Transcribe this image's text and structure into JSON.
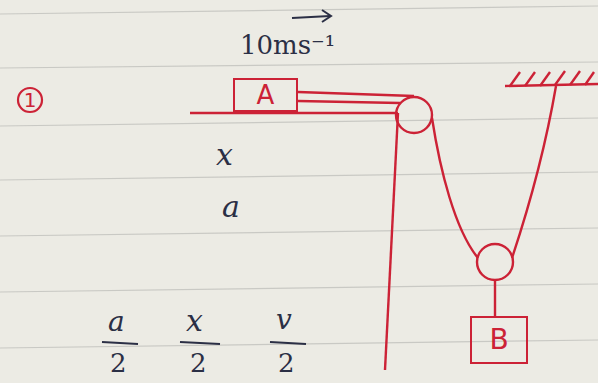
{
  "diagram": {
    "nodes": [
      {
        "text": [
          "1"
        ]
      },
      {
        "text": [
          "A"
        ]
      },
      {
        "text": [
          "B"
        ]
      }
    ],
    "labels": [
      "10ms⁻¹",
      "x",
      "a",
      "a",
      "2",
      "x",
      "2",
      "v",
      "2"
    ]
  }
}
